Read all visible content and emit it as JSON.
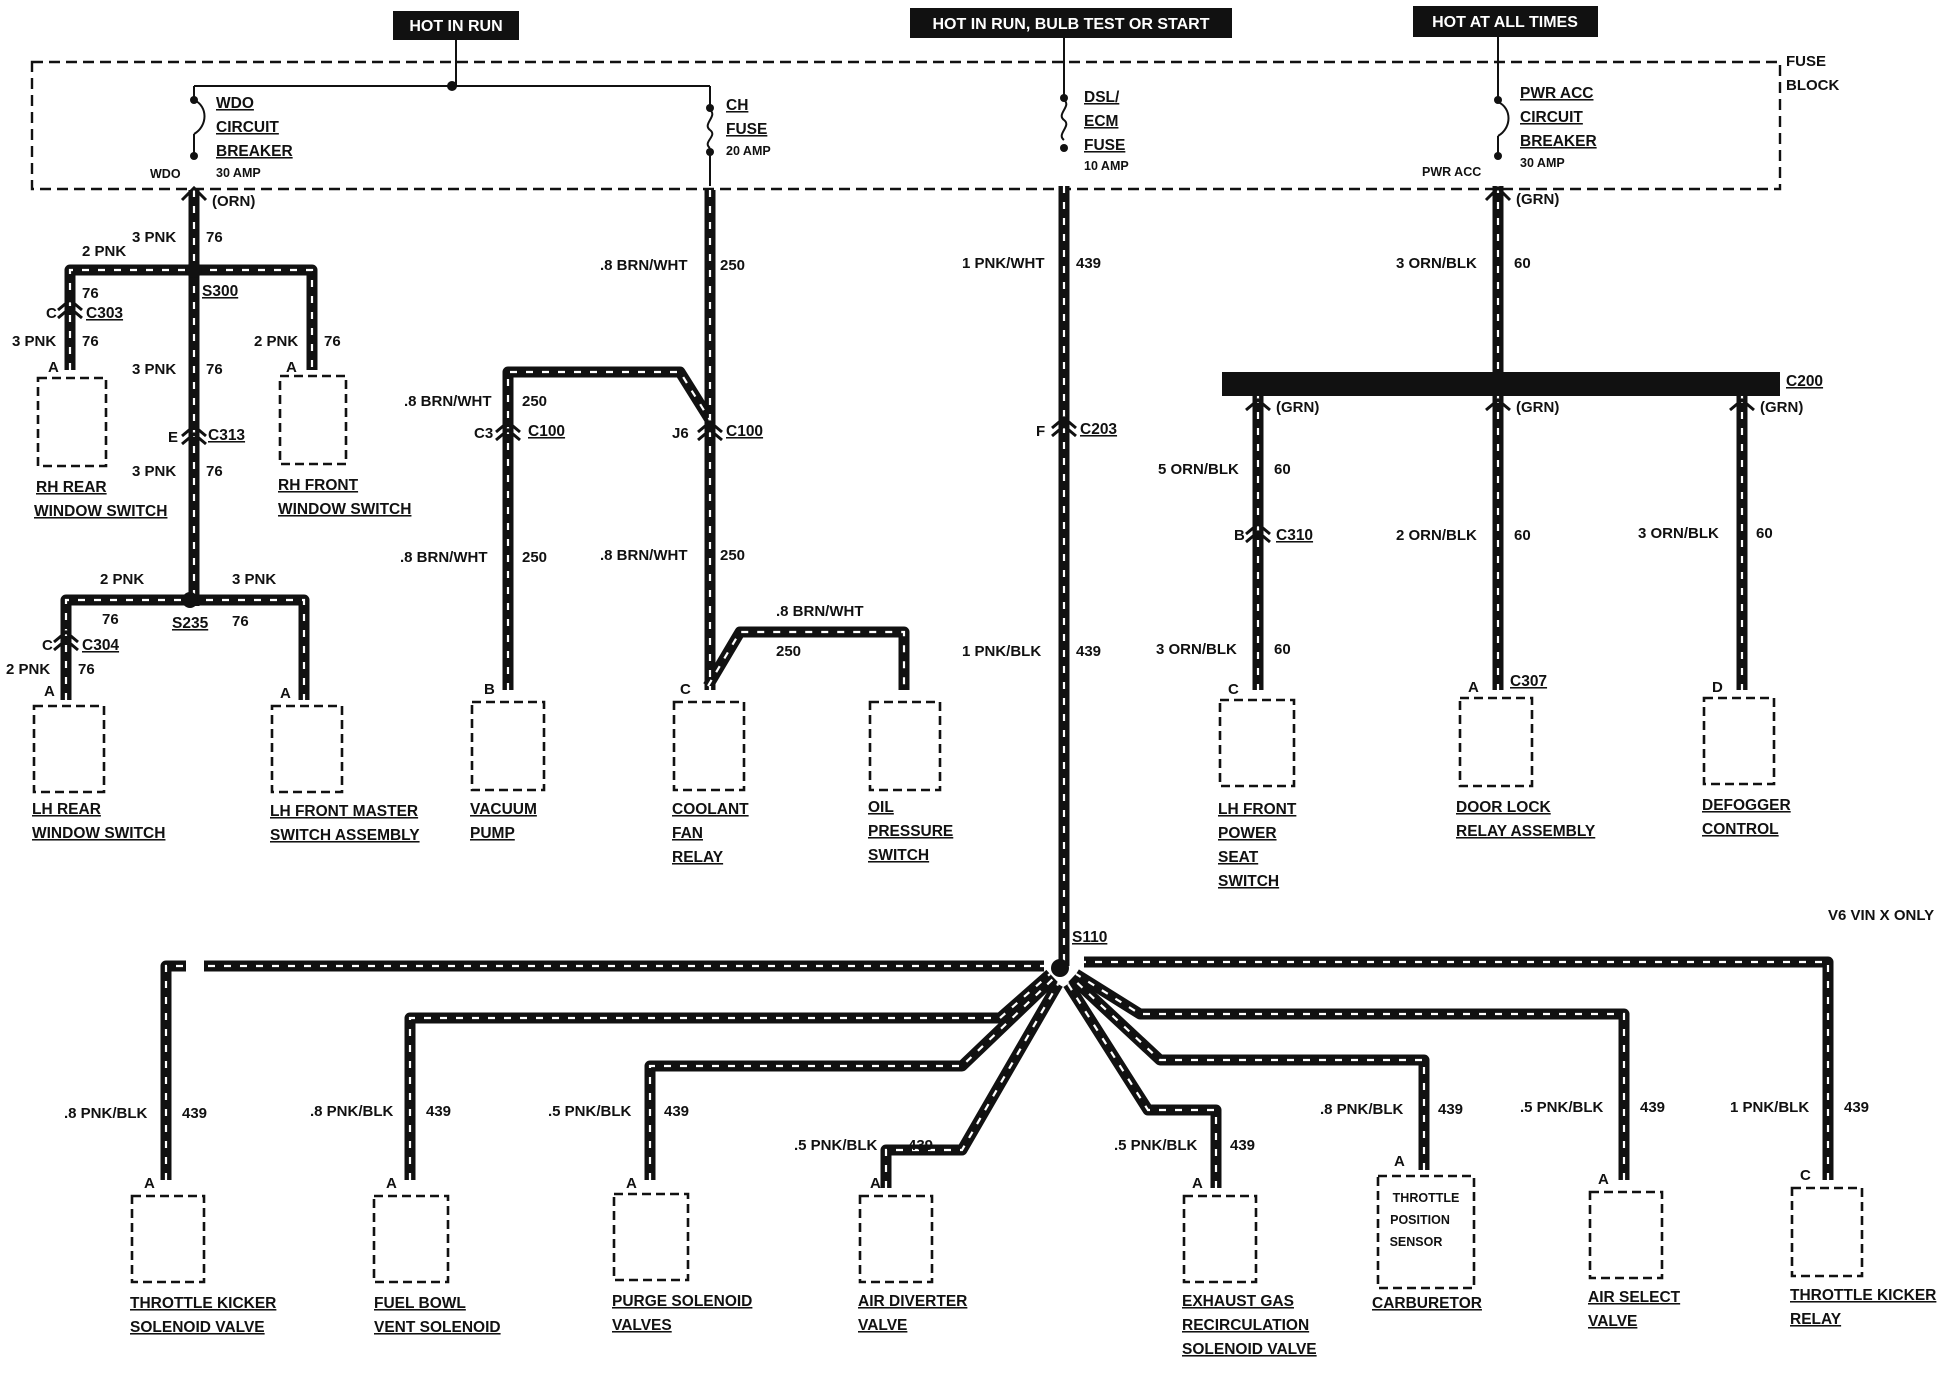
{
  "headers": {
    "hot_in_run": "HOT IN RUN",
    "hot_in_run_bulb_test": "HOT IN RUN, BULB TEST OR START",
    "hot_at_all_times": "HOT AT ALL TIMES"
  },
  "fuse_block": {
    "line1": "FUSE",
    "line2": "BLOCK"
  },
  "fuses": {
    "wdo": {
      "l1": "WDO",
      "l2": "CIRCUIT",
      "l3": "BREAKER",
      "amp": "30 AMP",
      "tag": "WDO"
    },
    "ch": {
      "l1": "CH",
      "l2": "FUSE",
      "amp": "20 AMP"
    },
    "dsl": {
      "l1": "DSL/",
      "l2": "ECM",
      "l3": "FUSE",
      "amp": "10 AMP"
    },
    "pwr": {
      "l1": "PWR ACC",
      "l2": "CIRCUIT",
      "l3": "BREAKER",
      "amp": "30 AMP",
      "tag": "PWR ACC"
    }
  },
  "connector_colors": {
    "orn": "(ORN)",
    "grn": "(GRN)"
  },
  "splices": {
    "s300": "S300",
    "s235": "S235",
    "s110": "S110"
  },
  "connectors": {
    "c303": "C303",
    "c313": "C313",
    "c304": "C304",
    "c100": "C100",
    "c203": "C203",
    "c200": "C200",
    "c310": "C310",
    "c307": "C307"
  },
  "pins": {
    "c303": "C",
    "c313": "E",
    "c304": "C",
    "c100_a": "C3",
    "c100_b": "J6",
    "c203": "F",
    "c310": "B"
  },
  "wires": {
    "w1": "3 PNK",
    "w1n": "76",
    "w2": "2 PNK",
    "w3": "76",
    "w4": "3 PNK",
    "w4n": "76",
    "w5": "2 PNK",
    "w5n": "76",
    "w6": "3 PNK",
    "w6n": "76",
    "w7": "3 PNK",
    "w7n": "76",
    "w8": "2 PNK",
    "w9": "3 PNK",
    "w10": "76",
    "w11": "76",
    "w12": "2 PNK",
    "w12n": "76",
    "ch1": ".8 BRN/WHT",
    "ch1n": "250",
    "vp1": ".8 BRN/WHT",
    "vp1n": "250",
    "vp2": ".8 BRN/WHT",
    "vp2n": "250",
    "cf1": ".8 BRN/WHT",
    "cf1n": "250",
    "op1": ".8 BRN/WHT",
    "op1n": "250",
    "d1": "1 PNK/WHT",
    "d1n": "439",
    "d2": "1 PNK/BLK",
    "d2n": "439",
    "p1": "3 ORN/BLK",
    "p1n": "60",
    "p2": "5 ORN/BLK",
    "p2n": "60",
    "p3": "3 ORN/BLK",
    "p3n": "60",
    "p4": "2 ORN/BLK",
    "p4n": "60",
    "p5": "3 ORN/BLK",
    "p5n": "60",
    "b1": ".8 PNK/BLK",
    "b1n": "439",
    "b2": ".8 PNK/BLK",
    "b2n": "439",
    "b3": ".5 PNK/BLK",
    "b3n": "439",
    "b4": ".5 PNK/BLK",
    "b4n": "439",
    "b5": ".5 PNK/BLK",
    "b5n": "439",
    "b6": ".8 PNK/BLK",
    "b6n": "439",
    "b7": ".5 PNK/BLK",
    "b7n": "439",
    "b8": "1 PNK/BLK",
    "b8n": "439"
  },
  "component_pins": {
    "rh_rear": "A",
    "rh_front": "A",
    "lh_rear": "A",
    "lh_front_master": "A",
    "vacuum": "B",
    "coolant": "C",
    "lh_seat": "C",
    "door_lock": "A",
    "defogger": "D",
    "tk": "A",
    "fbv": "A",
    "purge": "A",
    "air_div": "A",
    "egr": "A",
    "tps": "A",
    "air_sel": "A",
    "tkr": "C"
  },
  "components": {
    "rh_rear": [
      "RH REAR",
      "WINDOW SWITCH"
    ],
    "rh_front": [
      "RH FRONT",
      "WINDOW SWITCH"
    ],
    "lh_rear": [
      "LH REAR",
      "WINDOW SWITCH"
    ],
    "lh_front_master": [
      "LH FRONT MASTER",
      "SWITCH ASSEMBLY"
    ],
    "vacuum": [
      "VACUUM",
      "PUMP"
    ],
    "coolant": [
      "COOLANT",
      "FAN",
      "RELAY"
    ],
    "oil": [
      "OIL",
      "PRESSURE",
      "SWITCH"
    ],
    "lh_seat": [
      "LH FRONT",
      "POWER",
      "SEAT",
      "SWITCH"
    ],
    "door_lock": [
      "DOOR LOCK",
      "RELAY ASSEMBLY"
    ],
    "defogger": [
      "DEFOGGER",
      "CONTROL"
    ],
    "tk": [
      "THROTTLE KICKER",
      "SOLENOID VALVE"
    ],
    "fbv": [
      "FUEL BOWL",
      "VENT SOLENOID"
    ],
    "purge": [
      "PURGE SOLENOID",
      "VALVES"
    ],
    "air_div": [
      "AIR DIVERTER",
      "VALVE"
    ],
    "egr": [
      "EXHAUST GAS",
      "RECIRCULATION",
      "SOLENOID VALVE"
    ],
    "tps_inner": [
      "THROTTLE",
      "POSITION",
      "SENSOR"
    ],
    "carb": [
      "CARBURETOR"
    ],
    "air_sel": [
      "AIR SELECT",
      "VALVE"
    ],
    "tkr": [
      "THROTTLE KICKER",
      "RELAY"
    ]
  },
  "notes": {
    "v6": "V6 VIN X ONLY"
  }
}
